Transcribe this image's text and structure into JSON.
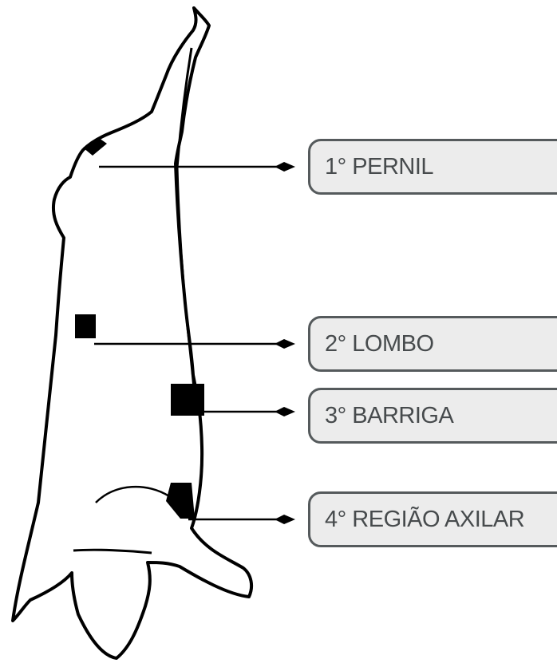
{
  "labels": [
    {
      "id": "pernil",
      "text": "1° PERNIL"
    },
    {
      "id": "lombo",
      "text": "2° LOMBO"
    },
    {
      "id": "barriga",
      "text": "3° BARRIGA"
    },
    {
      "id": "axilar",
      "text": "4° REGIÃO AXILAR"
    }
  ],
  "colors": {
    "outline": "#000000",
    "box_border": "#555a5c",
    "box_fill": "#ececec",
    "label_text": "#474b4d"
  }
}
